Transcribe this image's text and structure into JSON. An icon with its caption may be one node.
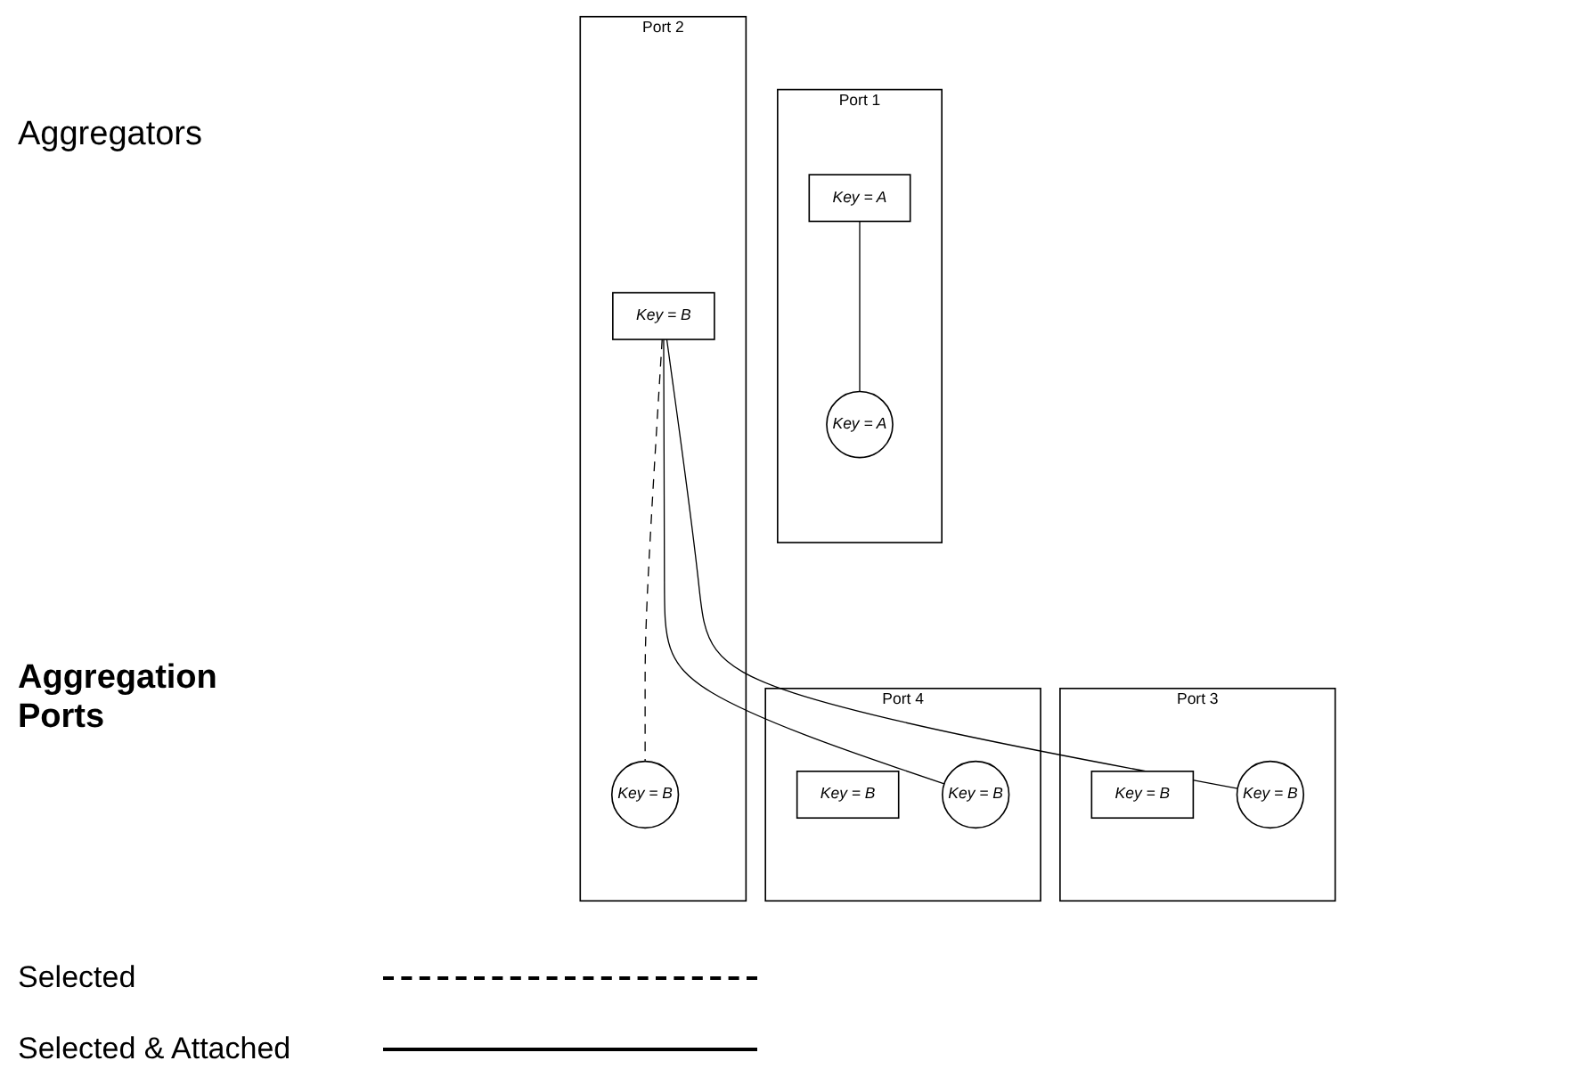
{
  "diagram": {
    "nodes": [
      {
        "text": [
          "Port 1"
        ]
      },
      {
        "text": [
          "Key = A"
        ],
        "in": 0
      },
      {
        "text": [
          "Key = A"
        ],
        "in": 0
      },
      {
        "text": [
          "Port 2"
        ]
      },
      {
        "text": [
          "Key = B"
        ],
        "in": 3
      },
      {
        "text": [
          "Key = B"
        ],
        "in": 3
      },
      {
        "text": [
          "Port 3"
        ]
      },
      {
        "text": [
          "Key = B"
        ],
        "in": 6
      },
      {
        "text": [
          "Key = B"
        ],
        "in": 6
      },
      {
        "text": [
          "Port 4"
        ]
      },
      {
        "text": [
          "Key = B"
        ],
        "in": 9
      },
      {
        "text": [
          "Key = B"
        ],
        "in": 9
      }
    ],
    "edges": [
      {
        "from": 1,
        "to": 2,
        "arrow": "none"
      },
      {
        "from": 4,
        "to": 5,
        "arrow": "none",
        "style": "dashed"
      },
      {
        "from": 4,
        "to": 8,
        "arrow": "none"
      },
      {
        "from": 4,
        "to": 11,
        "arrow": "none"
      }
    ],
    "labels": [
      "Aggregators",
      "Aggregation Ports"
    ],
    "legend": [
      {
        "text": "Selected"
      },
      {
        "text": "Selected & Attached"
      }
    ]
  }
}
